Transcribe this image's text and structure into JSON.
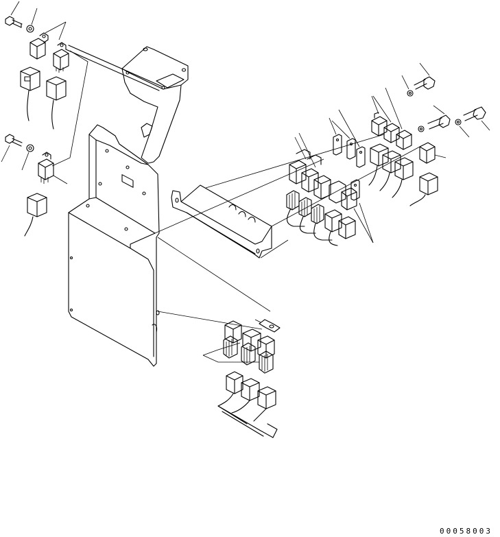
{
  "drawing": {
    "reference_number": "00058003"
  },
  "parts": [
    {
      "name": "bolt"
    },
    {
      "name": "washer"
    },
    {
      "name": "relay"
    },
    {
      "name": "relay-socket"
    },
    {
      "name": "relay-bracket"
    },
    {
      "name": "mounting-plate"
    },
    {
      "name": "relay-box"
    },
    {
      "name": "harness-connector"
    }
  ]
}
